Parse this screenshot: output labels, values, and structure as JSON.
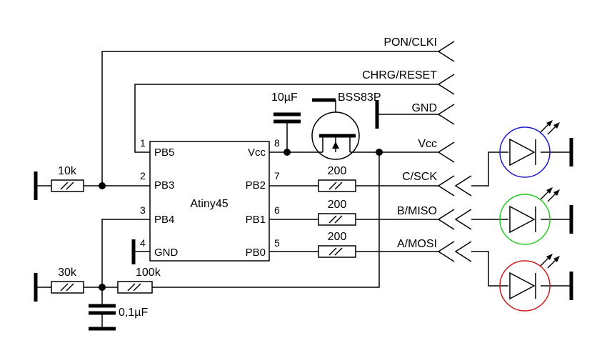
{
  "chip": {
    "name": "Atiny45",
    "pins_left": [
      "PB5",
      "PB3",
      "PB4",
      "GND"
    ],
    "pins_right": [
      "Vcc",
      "PB2",
      "PB1",
      "PB0"
    ],
    "pin_numbers_left": [
      "1",
      "2",
      "3",
      "4"
    ],
    "pin_numbers_right": [
      "8",
      "7",
      "6",
      "5"
    ]
  },
  "components": {
    "r_10k": "10k",
    "r_30k": "30k",
    "r_100k": "100k",
    "cap_small": "0,1µF",
    "cap_large": "10µF",
    "mosfet": "BSS83P",
    "r_pb2": "200",
    "r_pb1": "200",
    "r_pb0": "200"
  },
  "connectors": [
    "PON/CLKI",
    "CHRG/RESET",
    "GND",
    "Vcc",
    "C/SCK",
    "B/MISO",
    "A/MOSI"
  ],
  "colors": {
    "led_top": "#1a1acc",
    "led_mid": "#22cc22",
    "led_bottom": "#cc1a1a",
    "wire": "#000000"
  }
}
